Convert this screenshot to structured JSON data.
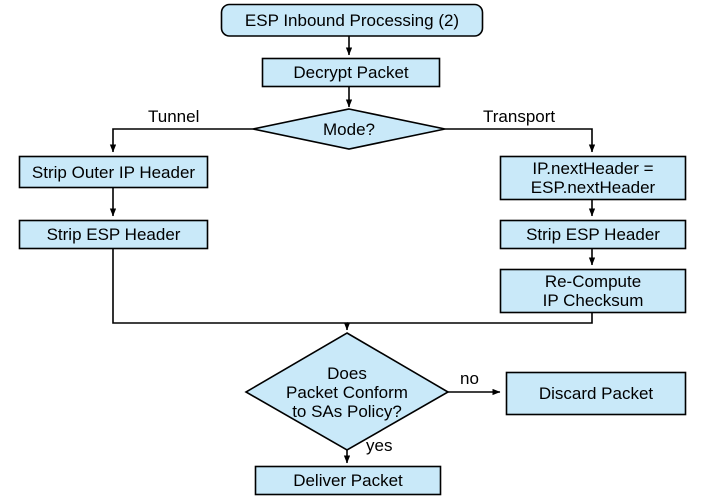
{
  "diagram": {
    "title": "ESP Inbound Processing (2)",
    "palette": {
      "node_fill": "#c9e9f9",
      "node_stroke": "#000000",
      "edge_stroke": "#000000",
      "text": "#000000",
      "background": "#ffffff"
    },
    "nodes": [
      {
        "id": "start",
        "shape": "terminator",
        "label": "ESP Inbound Processing (2)"
      },
      {
        "id": "decrypt",
        "shape": "process",
        "label": "Decrypt Packet"
      },
      {
        "id": "mode",
        "shape": "decision",
        "label": "Mode?"
      },
      {
        "id": "strip_outer_ip",
        "shape": "process",
        "label": "Strip Outer IP Header"
      },
      {
        "id": "strip_esp_left",
        "shape": "process",
        "label": "Strip ESP Header"
      },
      {
        "id": "next_header",
        "shape": "process",
        "label": "IP.nextHeader =\nESP.nextHeader"
      },
      {
        "id": "strip_esp_right",
        "shape": "process",
        "label": "Strip ESP Header"
      },
      {
        "id": "recompute",
        "shape": "process",
        "label": "Re-Compute\nIP Checksum"
      },
      {
        "id": "conform",
        "shape": "decision",
        "label": "Does\nPacket Conform\nto SAs Policy?"
      },
      {
        "id": "discard",
        "shape": "process",
        "label": "Discard Packet"
      },
      {
        "id": "deliver",
        "shape": "process",
        "label": "Deliver Packet"
      }
    ],
    "edge_labels": [
      {
        "id": "tunnel",
        "text": "Tunnel"
      },
      {
        "id": "transport",
        "text": "Transport"
      },
      {
        "id": "no",
        "text": "no"
      },
      {
        "id": "yes",
        "text": "yes"
      }
    ]
  }
}
